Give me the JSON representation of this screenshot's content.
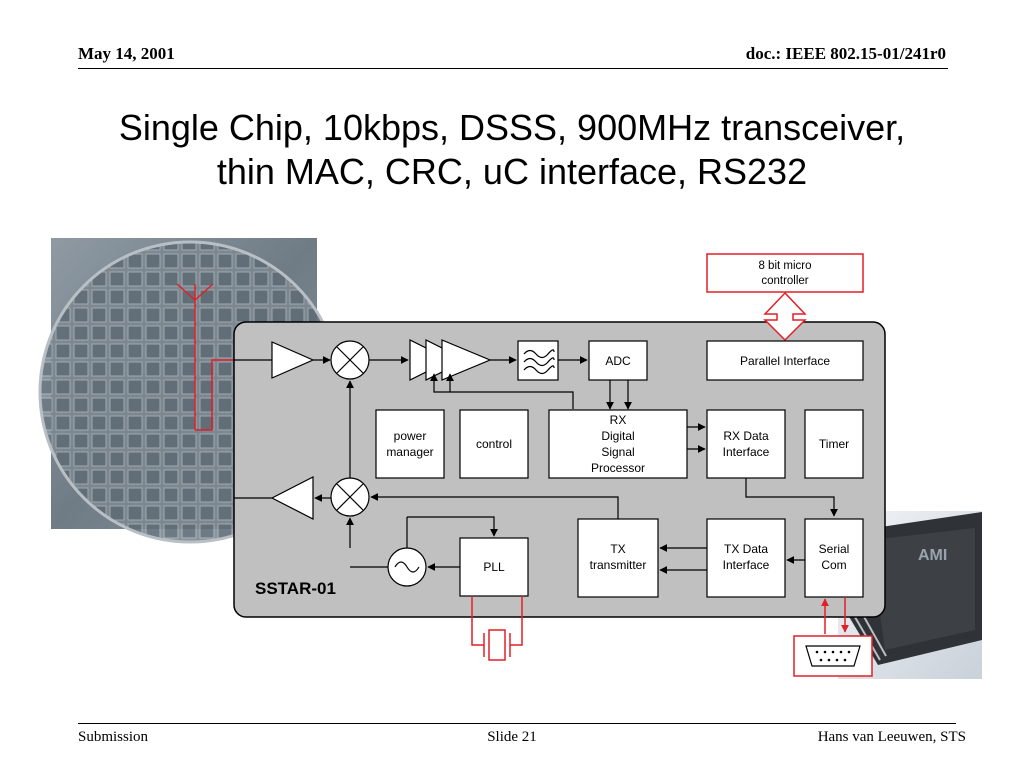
{
  "header": {
    "date": "May 14, 2001",
    "doc_id": "doc.: IEEE 802.15-01/241r0"
  },
  "slide": {
    "title_line1": "Single Chip, 10kbps, DSSS, 900MHz transceiver,",
    "title_line2": "thin MAC, CRC, uC interface, RS232"
  },
  "diagram": {
    "chip_name": "SSTAR-01",
    "micro_controller": [
      "8 bit micro",
      "controller"
    ],
    "adc": "ADC",
    "parallel_interface": "Parallel Interface",
    "power_manager": [
      "power",
      "manager"
    ],
    "control": "control",
    "rx_dsp": [
      "RX",
      "Digital",
      "Signal",
      "Processor"
    ],
    "rx_data_interface": [
      "RX Data",
      "Interface"
    ],
    "timer": "Timer",
    "tx_transmitter": [
      "TX",
      "transmitter"
    ],
    "tx_data_interface": [
      "TX Data",
      "Interface"
    ],
    "serial_com": [
      "Serial",
      "Com"
    ],
    "pll": "PLL",
    "photo_chip_marking": "AMI"
  },
  "footer": {
    "left": "Submission",
    "center": "Slide 21",
    "right": "Hans van Leeuwen, STS"
  },
  "colors": {
    "chip_fill": "#c0c0c0",
    "accent_red": "#e21f26"
  }
}
